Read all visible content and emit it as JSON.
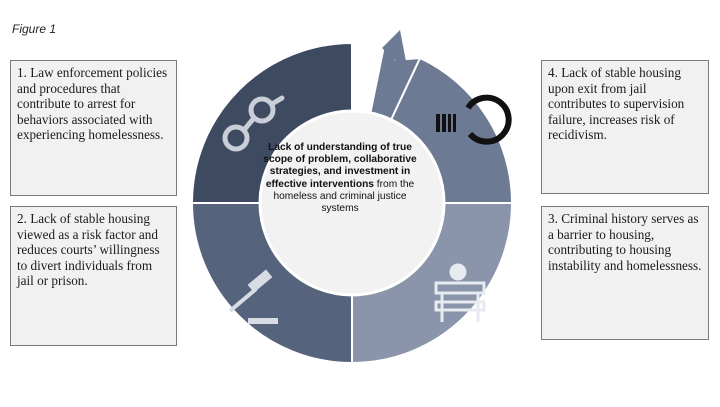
{
  "figure_label": "Figure 1",
  "center": {
    "bold": "Lack of understanding of true scope of problem, collaborative strategies, and investment in effective interventions",
    "rest": " from the homeless and criminal justice systems"
  },
  "boxes": [
    {
      "text": "1. Law enforcement policies and procedures that contribute to arrest for behaviors associated with experiencing homelessness."
    },
    {
      "text": "2. Lack of stable housing viewed as a risk factor and reduces courts’ willingness to divert individuals from jail or prison."
    },
    {
      "text": "3. Criminal history serves as a barrier to housing, contributing to housing instability and homelessness."
    },
    {
      "text": "4. Lack of stable housing upon exit from jail contributes to supervision failure, increases risk of recidivism."
    }
  ],
  "colors": {
    "q1": "#3d4a60",
    "q2": "#56637c",
    "q3": "#8a95ab",
    "q4": "#6d7a93",
    "center_fill": "#f2f2f2",
    "box_fill": "#f1f1f1"
  },
  "icons": [
    "handcuffs-icon",
    "gavel-icon",
    "barrier-icon",
    "jail-recycle-icon"
  ]
}
